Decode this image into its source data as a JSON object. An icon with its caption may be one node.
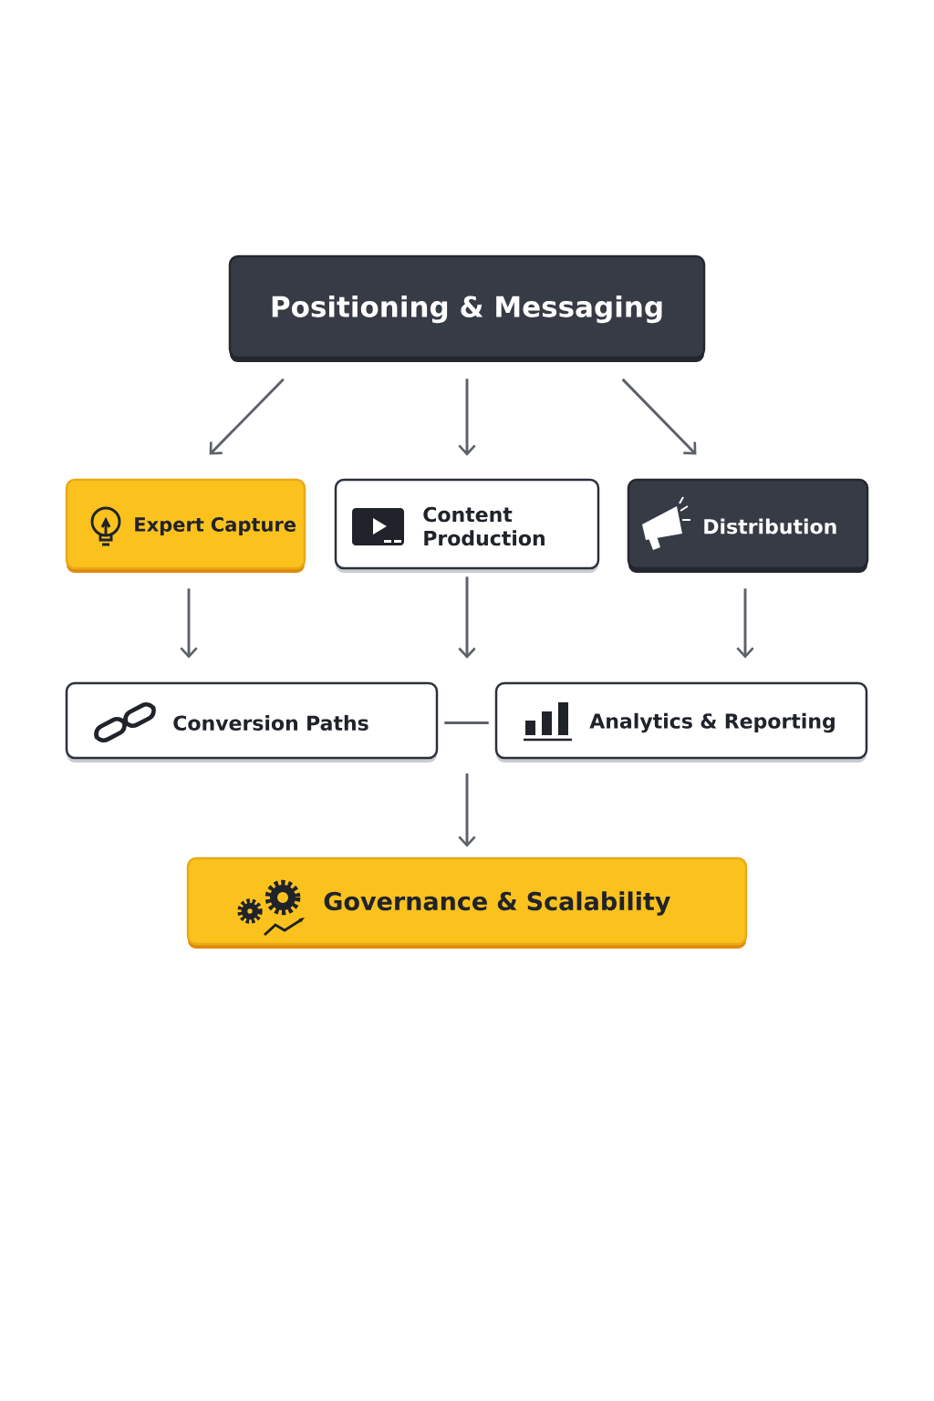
{
  "diagram": {
    "nodes": [
      {
        "text": [
          "Positioning & Messaging"
        ]
      },
      {
        "text": [
          "Expert Capture"
        ]
      },
      {
        "text": [
          "Content Production"
        ]
      },
      {
        "text": [
          "Distribution"
        ]
      },
      {
        "text": [
          "Conversion Paths"
        ]
      },
      {
        "text": [
          "Analytics & Reporting"
        ]
      },
      {
        "text": [
          "Governance & Scalability"
        ]
      }
    ],
    "edges": [
      {
        "from": 0,
        "to": 1,
        "arrow": "to"
      },
      {
        "from": 0,
        "to": 2,
        "arrow": "to"
      },
      {
        "from": 0,
        "to": 3,
        "arrow": "to"
      },
      {
        "from": 1,
        "to": 4,
        "arrow": "to"
      },
      {
        "from": 2,
        "to": null,
        "arrow": "to"
      },
      {
        "from": 3,
        "to": 5,
        "arrow": "to"
      },
      {
        "from": 4,
        "to": 5,
        "arrow": "none"
      },
      {
        "from": null,
        "to": 6,
        "arrow": "to"
      }
    ]
  }
}
